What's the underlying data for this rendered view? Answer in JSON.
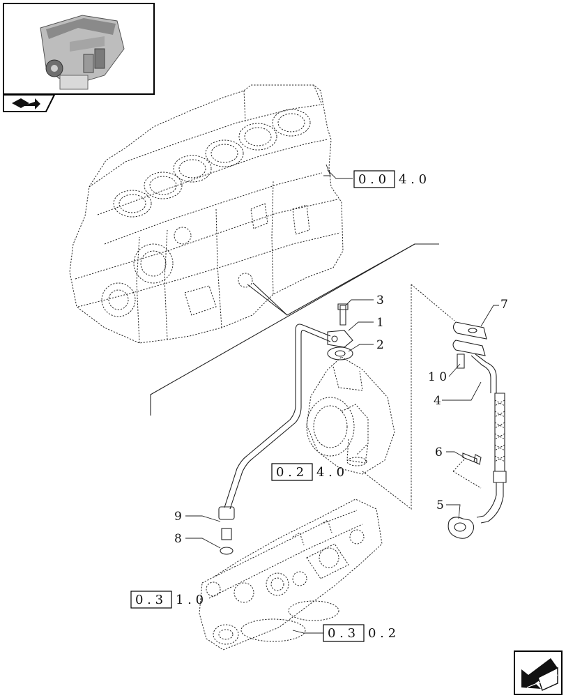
{
  "thumbnail": {
    "icon": "engine-thumbnail-icon"
  },
  "nav": {
    "back_icon": "book-arrow-icon",
    "next_icon": "next-page-arrow-icon"
  },
  "callouts": {
    "c1": "1",
    "c2": "2",
    "c3": "3",
    "c4": "4",
    "c5": "5",
    "c6": "6",
    "c7": "7",
    "c8": "8",
    "c9": "9",
    "c10": "1 0"
  },
  "references": [
    {
      "boxed": "0 . 0",
      "rest": "4 . 0"
    },
    {
      "boxed": "0 . 2",
      "rest": "4 . 0"
    },
    {
      "boxed": "0 . 3",
      "rest": "1 . 0"
    },
    {
      "boxed": "0 . 3",
      "rest": "0 . 2"
    }
  ]
}
